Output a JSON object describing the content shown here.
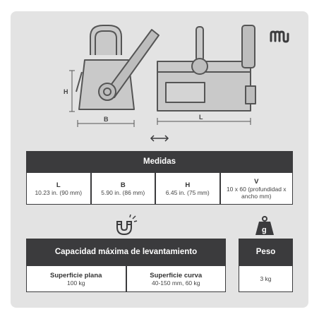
{
  "diagram": {
    "height_label": "H",
    "width_label": "B",
    "length_label": "L"
  },
  "dimensions": {
    "title": "Medidas",
    "columns": [
      {
        "key": "L",
        "value": "10.23 in. (90 mm)"
      },
      {
        "key": "B",
        "value": "5.90 in. (86 mm)"
      },
      {
        "key": "H",
        "value": "6.45 in. (75 mm)"
      },
      {
        "key": "V",
        "value": "10 x 60 (profundidad x ancho mm)"
      }
    ]
  },
  "capacity": {
    "title": "Capacidad máxima de levantamiento",
    "flat_label": "Superficie plana",
    "flat_value": "100 kg",
    "curved_label": "Superficie curva",
    "curved_value": "40-150 mm, 60 kg"
  },
  "weight": {
    "title": "Peso",
    "value": "3 kg",
    "icon_label": "g"
  },
  "colors": {
    "dark": "#3b3b3d",
    "panel": "#e3e3e3",
    "outline": "#555555"
  },
  "icons": [
    "brand-logo-icon",
    "magnet-icon",
    "weight-icon",
    "double-arrow-icon"
  ]
}
